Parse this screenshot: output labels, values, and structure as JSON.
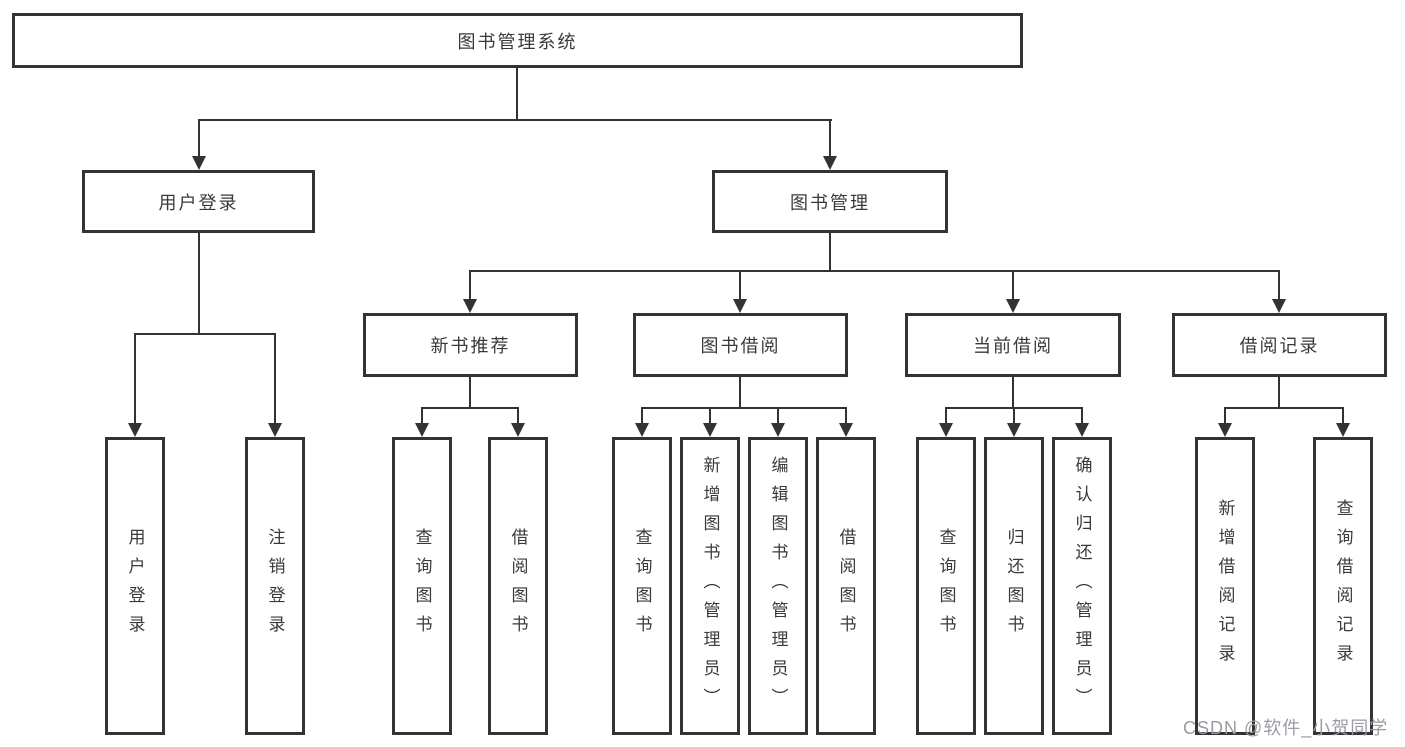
{
  "diagram": {
    "root": {
      "label": "图书管理系统"
    },
    "level2": [
      {
        "id": "user-login",
        "label": "用户登录"
      },
      {
        "id": "book-management",
        "label": "图书管理"
      }
    ],
    "level3": [
      {
        "id": "new-book-recommend",
        "label": "新书推荐"
      },
      {
        "id": "book-borrow",
        "label": "图书借阅"
      },
      {
        "id": "current-borrow",
        "label": "当前借阅"
      },
      {
        "id": "borrow-records",
        "label": "借阅记录"
      }
    ],
    "leaves": [
      {
        "parent": "user-login",
        "label": "用户登录"
      },
      {
        "parent": "user-login",
        "label": "注销登录"
      },
      {
        "parent": "new-book-recommend",
        "label": "查询图书"
      },
      {
        "parent": "new-book-recommend",
        "label": "借阅图书"
      },
      {
        "parent": "book-borrow",
        "label": "查询图书"
      },
      {
        "parent": "book-borrow",
        "label": "新增图书（管理员）"
      },
      {
        "parent": "book-borrow",
        "label": "编辑图书（管理员）"
      },
      {
        "parent": "book-borrow",
        "label": "借阅图书"
      },
      {
        "parent": "current-borrow",
        "label": "查询图书"
      },
      {
        "parent": "current-borrow",
        "label": "归还图书"
      },
      {
        "parent": "current-borrow",
        "label": "确认归还（管理员）"
      },
      {
        "parent": "borrow-records",
        "label": "新增借阅记录"
      },
      {
        "parent": "borrow-records",
        "label": "查询借阅记录"
      }
    ]
  },
  "colors": {
    "line": "#333333",
    "text": "#3a3a3a",
    "background": "#ffffff",
    "watermark": "#9b9ba3"
  },
  "watermark": {
    "text": "CSDN @软件_小贺同学"
  }
}
